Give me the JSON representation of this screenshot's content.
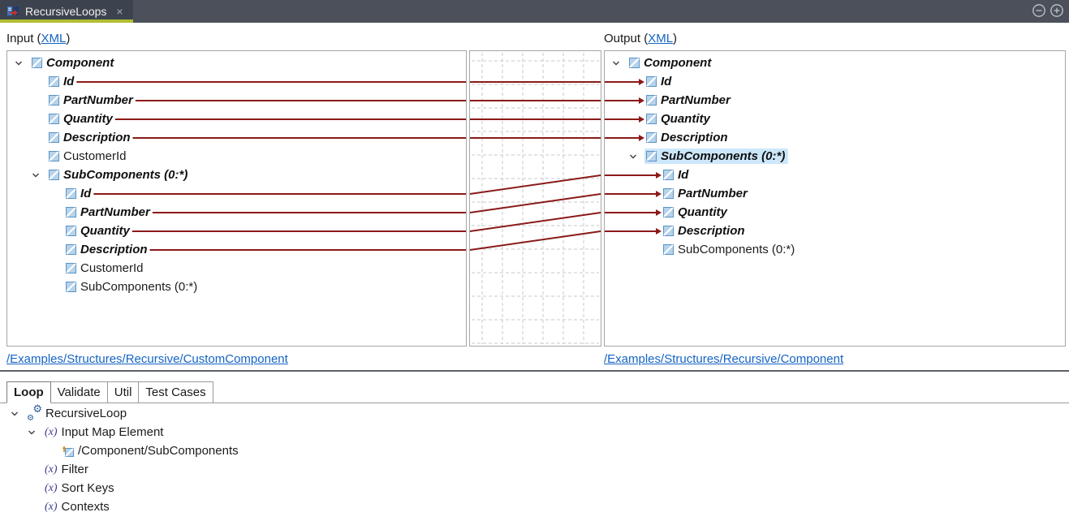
{
  "colors": {
    "map_line": "#8b1a1a",
    "selection_bg": "#cde7fa",
    "link": "#1464c4",
    "tab_underline": "#b1bd33",
    "tab_bar_bg": "#4b505a",
    "grid_dash": "#c9c9c9"
  },
  "window": {
    "tab_label": "RecursiveLoops",
    "close_glyph": "×"
  },
  "input_section": {
    "title_prefix": "Input (",
    "title_link": "XML",
    "title_suffix": ")",
    "source_path": "/Examples/Structures/Recursive/CustomComponent"
  },
  "output_section": {
    "title_prefix": "Output (",
    "title_link": "XML",
    "title_suffix": ")",
    "source_path": "/Examples/Structures/Recursive/Component"
  },
  "input_tree": {
    "nodes": [
      {
        "label": "Component",
        "level": 0,
        "expanded": true,
        "strong": true
      },
      {
        "label": "Id",
        "level": 1,
        "strong": true,
        "map": "id1"
      },
      {
        "label": "PartNumber",
        "level": 1,
        "strong": true,
        "map": "pn1"
      },
      {
        "label": "Quantity",
        "level": 1,
        "strong": true,
        "map": "q1"
      },
      {
        "label": "Description",
        "level": 1,
        "strong": true,
        "map": "d1"
      },
      {
        "label": "CustomerId",
        "level": 1
      },
      {
        "label": "SubComponents (0:*)",
        "level": 1,
        "expanded": true,
        "strong": true
      },
      {
        "label": "Id",
        "level": 2,
        "strong": true,
        "map": "id2"
      },
      {
        "label": "PartNumber",
        "level": 2,
        "strong": true,
        "map": "pn2"
      },
      {
        "label": "Quantity",
        "level": 2,
        "strong": true,
        "map": "q2"
      },
      {
        "label": "Description",
        "level": 2,
        "strong": true,
        "map": "d2"
      },
      {
        "label": "CustomerId",
        "level": 2
      },
      {
        "label": "SubComponents (0:*)",
        "level": 2
      }
    ]
  },
  "output_tree": {
    "nodes": [
      {
        "label": "Component",
        "level": 0,
        "expanded": true,
        "strong": true
      },
      {
        "label": "Id",
        "level": 1,
        "strong": true,
        "map": "id1"
      },
      {
        "label": "PartNumber",
        "level": 1,
        "strong": true,
        "map": "pn1"
      },
      {
        "label": "Quantity",
        "level": 1,
        "strong": true,
        "map": "q1"
      },
      {
        "label": "Description",
        "level": 1,
        "strong": true,
        "map": "d1"
      },
      {
        "label": "SubComponents (0:*)",
        "level": 1,
        "expanded": true,
        "strong": true,
        "selected": true
      },
      {
        "label": "Id",
        "level": 2,
        "strong": true,
        "map": "id2"
      },
      {
        "label": "PartNumber",
        "level": 2,
        "strong": true,
        "map": "pn2"
      },
      {
        "label": "Quantity",
        "level": 2,
        "strong": true,
        "map": "q2"
      },
      {
        "label": "Description",
        "level": 2,
        "strong": true,
        "map": "d2"
      },
      {
        "label": "SubComponents (0:*)",
        "level": 2
      }
    ]
  },
  "mappings": [
    "id1",
    "pn1",
    "q1",
    "d1",
    "id2",
    "pn2",
    "q2",
    "d2"
  ],
  "bottom_panel": {
    "tabs": [
      {
        "label": "Loop",
        "active": true
      },
      {
        "label": "Validate",
        "active": false
      },
      {
        "label": "Util",
        "active": false
      },
      {
        "label": "Test Cases",
        "active": false
      }
    ],
    "tree": {
      "nodes": [
        {
          "label": "RecursiveLoop",
          "level": 0,
          "icon": "gears",
          "expanded": true
        },
        {
          "label": "Input Map Element",
          "level": 1,
          "icon": "function",
          "expanded": true
        },
        {
          "label": "/Component/SubComponents",
          "level": 2,
          "icon": "element-ref"
        },
        {
          "label": "Filter",
          "level": 1,
          "icon": "function"
        },
        {
          "label": "Sort Keys",
          "level": 1,
          "icon": "function"
        },
        {
          "label": "Contexts",
          "level": 1,
          "icon": "function"
        }
      ]
    }
  }
}
